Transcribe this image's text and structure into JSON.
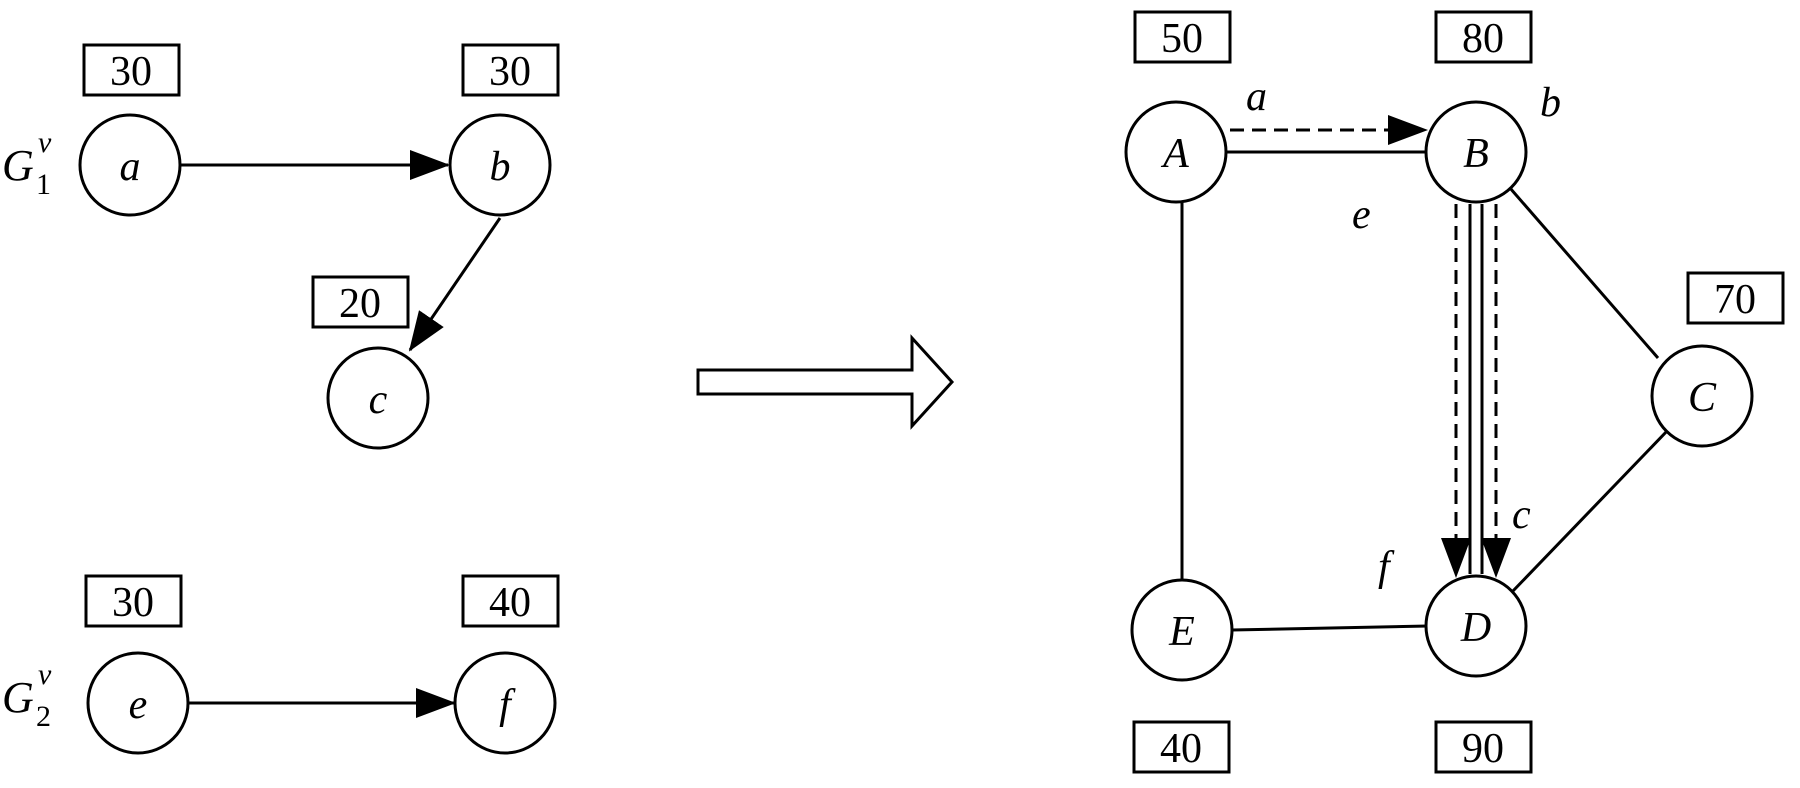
{
  "virtual_graphs": {
    "g1": {
      "name": "G",
      "sup": "v",
      "sub": "1"
    },
    "g2": {
      "name": "G",
      "sup": "v",
      "sub": "2"
    },
    "nodes": {
      "a": {
        "label": "a",
        "capacity": "30"
      },
      "b": {
        "label": "b",
        "capacity": "30"
      },
      "c": {
        "label": "c",
        "capacity": "20"
      },
      "e": {
        "label": "e",
        "capacity": "30"
      },
      "f": {
        "label": "f",
        "capacity": "40"
      }
    }
  },
  "substrate": {
    "nodes": {
      "A": {
        "label": "A",
        "capacity": "50"
      },
      "B": {
        "label": "B",
        "capacity": "80"
      },
      "C": {
        "label": "C",
        "capacity": "70"
      },
      "D": {
        "label": "D",
        "capacity": "90"
      },
      "E": {
        "label": "E",
        "capacity": "40"
      }
    },
    "mapping_labels": {
      "a": "a",
      "b": "b",
      "c": "c",
      "e": "e",
      "f": "f"
    }
  }
}
